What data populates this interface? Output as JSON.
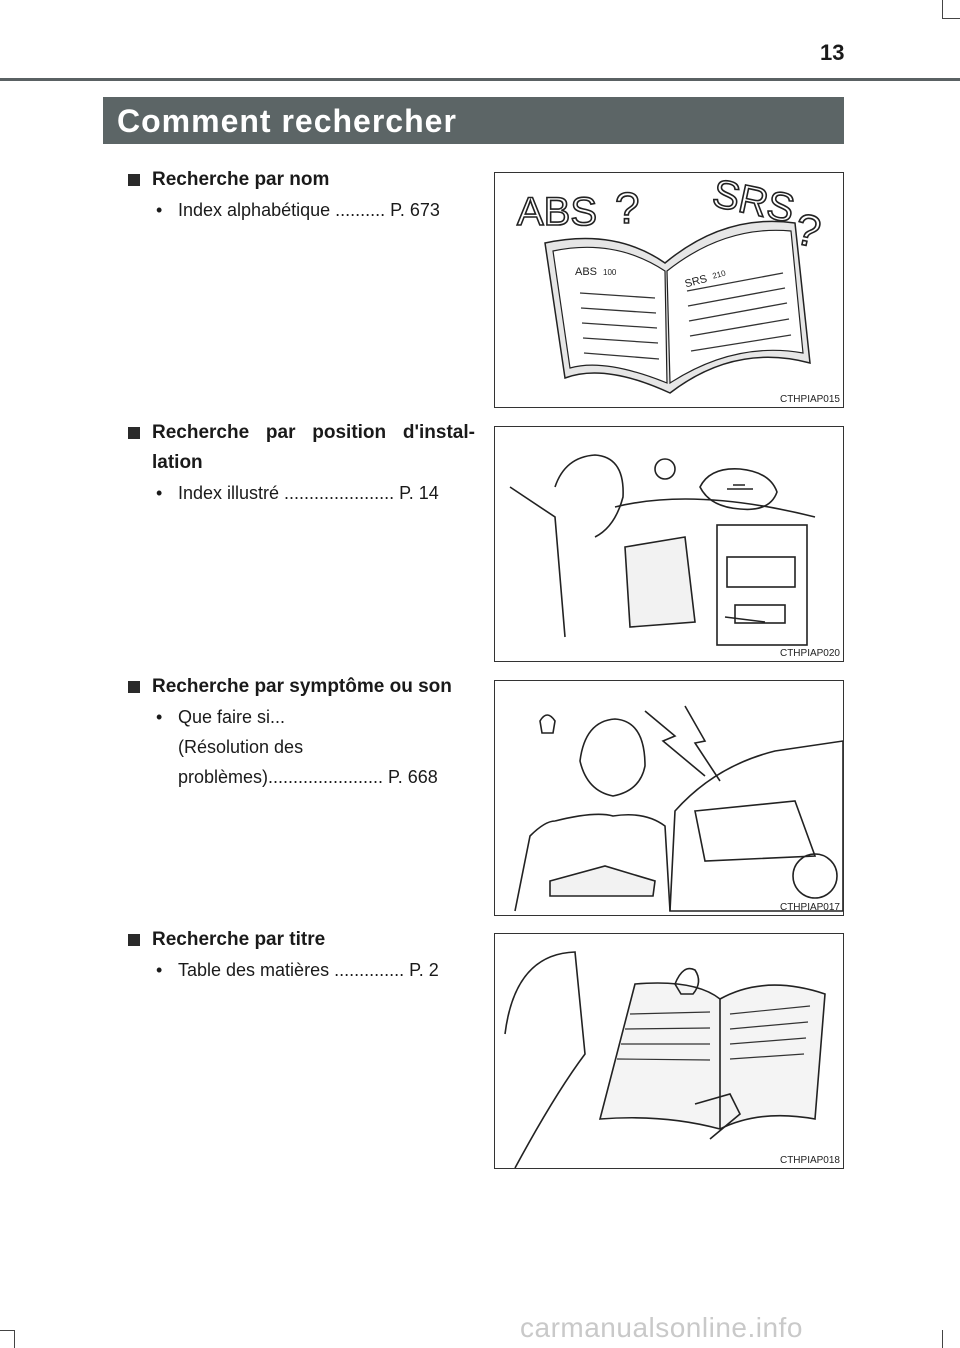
{
  "page": {
    "number": "13"
  },
  "banner": {
    "title": "Comment rechercher"
  },
  "sections": [
    {
      "heading": "Recherche par nom",
      "entries": [
        {
          "text": "Index alphabétique .......... P. 673"
        }
      ],
      "figure_code": "CTHPIAP015",
      "figure_labels": {
        "abs": "ABS",
        "srs": "SRS",
        "abs_ref": "ABS",
        "abs_page": "100",
        "srs_ref": "SRS",
        "srs_page": "210"
      }
    },
    {
      "heading": "Recherche par position d'instal-lation",
      "entries": [
        {
          "text": "Index illustré ...................... P. 14"
        }
      ],
      "figure_code": "CTHPIAP020"
    },
    {
      "heading": "Recherche par symptôme ou son",
      "entries": [
        {
          "text": "Que faire si...",
          "cont1": "(Résolution des",
          "cont2": "problèmes)....................... P. 668"
        }
      ],
      "figure_code": "CTHPIAP017"
    },
    {
      "heading": "Recherche par titre",
      "entries": [
        {
          "text": "Table des matières .............. P. 2"
        }
      ],
      "figure_code": "CTHPIAP018"
    }
  ],
  "watermark": "carmanualsonline.info"
}
